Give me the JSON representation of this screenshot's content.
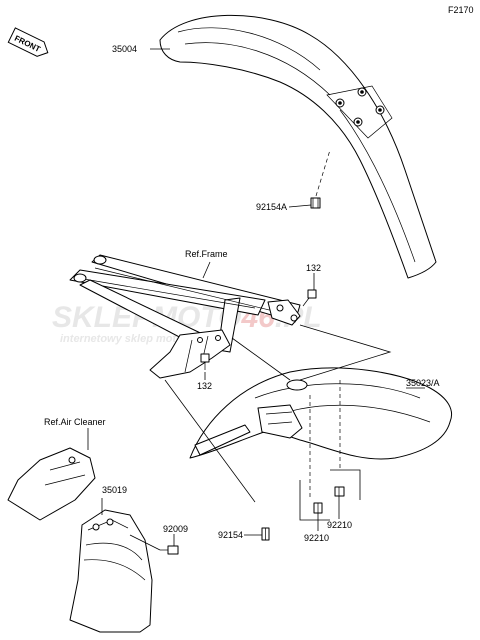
{
  "diagram_code": "F2170",
  "front_badge": "FRONT",
  "watermark": {
    "brand_left": "SKLEP",
    "brand_mid": "MOTO",
    "brand_num": "46",
    "brand_tld": ".PL",
    "tagline": "internetowy sklep motocyklowy",
    "accent_color": "#f3c9c9"
  },
  "callouts": {
    "front_fender": "35004",
    "front_fender_bolt": "92154A",
    "frame_ref": "Ref.Frame",
    "bolt_upper": "132",
    "bolt_lower": "132",
    "rear_fender": "35023/A",
    "air_cleaner_ref": "Ref.Air Cleaner",
    "mud_flap": "35019",
    "flap_bolt": "92009",
    "rear_bolt": "92154",
    "nut_left": "92210",
    "nut_right": "92210"
  }
}
